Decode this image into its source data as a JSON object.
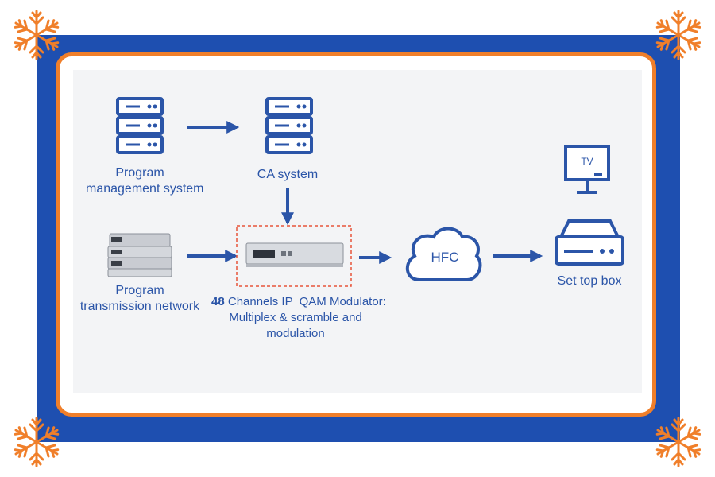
{
  "nodes": {
    "program_management": {
      "line1": "Program",
      "line2": "management system"
    },
    "ca_system": {
      "label": "CA system"
    },
    "program_transmission": {
      "line1": "Program",
      "line2": "transmission network"
    },
    "modulator": {
      "number": "48",
      "line1_rest": " Channels IP  QAM Modulator:",
      "line2": "Multiplex & scramble and",
      "line3": "modulation"
    },
    "hfc": {
      "label": "HFC"
    },
    "tv": {
      "label": "TV"
    },
    "set_top_box": {
      "label": "Set top box"
    }
  },
  "colors": {
    "frame_blue": "#1e4fb0",
    "frame_orange": "#f07f2a",
    "icon_blue": "#2b55a8",
    "dashed_box": "#e8553a",
    "snowflake": "#f07f2a"
  }
}
